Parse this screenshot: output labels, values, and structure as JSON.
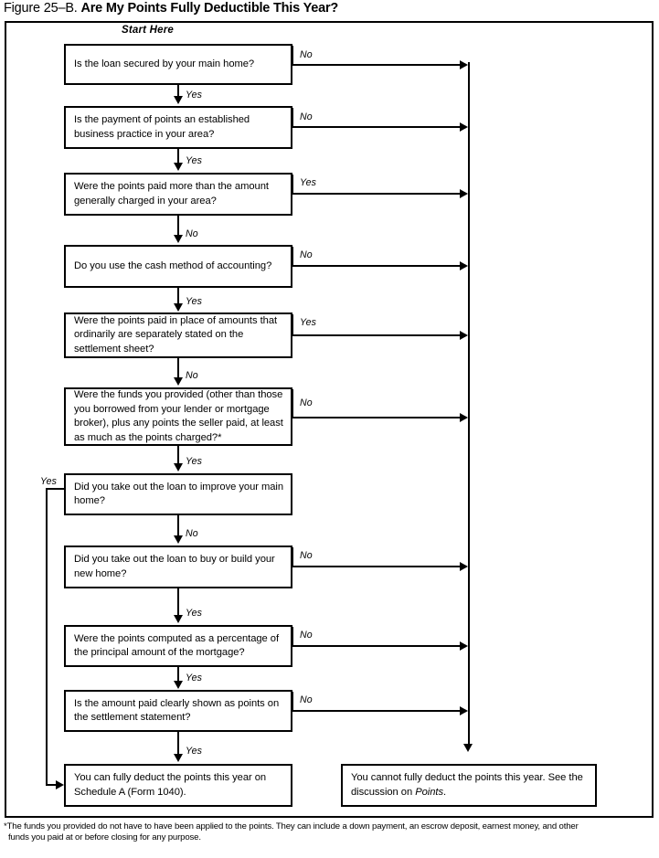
{
  "figure": {
    "label": "Figure 25–B.",
    "question": "Are My Points Fully Deductible This Year?"
  },
  "start_label": "Start Here",
  "nodes": [
    {
      "id": "q1",
      "type": "decision",
      "text": "Is the loan secured by your main home?",
      "down_label": "Yes",
      "side_label": "No"
    },
    {
      "id": "q2",
      "type": "decision",
      "text": "Is the payment of points an established business practice in your area?",
      "down_label": "Yes",
      "side_label": "No"
    },
    {
      "id": "q3",
      "type": "decision",
      "text": "Were the points paid more than the amount generally charged in your area?",
      "down_label": "No",
      "side_label": "Yes"
    },
    {
      "id": "q4",
      "type": "decision",
      "text": "Do you use the cash method of accounting?",
      "down_label": "Yes",
      "side_label": "No"
    },
    {
      "id": "q5",
      "type": "decision",
      "text": "Were the points paid in place of amounts that ordinarily are separately stated on the settlement sheet?",
      "down_label": "No",
      "side_label": "Yes"
    },
    {
      "id": "q6",
      "type": "decision",
      "text": "Were the funds you provided (other than those you borrowed from your lender or mortgage broker), plus any points the seller paid, at least as much as the points charged?*",
      "down_label": "Yes",
      "side_label": "No"
    },
    {
      "id": "q7",
      "type": "decision",
      "text": "Did you take out the loan to improve your main home?",
      "down_label": "No",
      "side_label": "Yes"
    },
    {
      "id": "q8",
      "type": "decision",
      "text": "Did you take out the loan to buy or build your new home?",
      "down_label": "Yes",
      "side_label": "No"
    },
    {
      "id": "q9",
      "type": "decision",
      "text": "Were the points computed as a percentage of the principal amount of the mortgage?",
      "down_label": "Yes",
      "side_label": "No"
    },
    {
      "id": "q10",
      "type": "decision",
      "text": "Is the amount paid clearly shown as points on the settlement statement?",
      "down_label": "Yes",
      "side_label": "No"
    }
  ],
  "outcomes": {
    "deductible": "You can fully deduct the points this year on Schedule A (Form 1040).",
    "not_deductible_part1": "You cannot fully deduct the points this year. See the discussion on ",
    "not_deductible_italic": "Points",
    "not_deductible_part2": "."
  },
  "footnote": {
    "line1": "*The funds you provided do not have to have been applied to the points. They can include a down payment, an escrow deposit, earnest money, and other",
    "line2": "funds you paid at or before closing for any purpose."
  },
  "colors": {
    "ink": "#000000",
    "paper": "#ffffff"
  }
}
